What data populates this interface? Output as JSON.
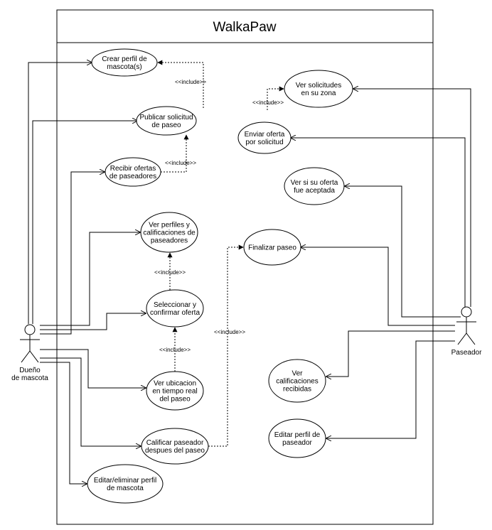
{
  "system": {
    "title": "WalkaPaw"
  },
  "actors": {
    "owner": {
      "label_lines": [
        "Dueño",
        "de mascota"
      ]
    },
    "walker": {
      "label_lines": [
        "Paseador"
      ]
    }
  },
  "use_cases": {
    "crear_perfil": [
      "Crear perfil de",
      "mascota(s)"
    ],
    "publicar_solicitud": [
      "Publicar solicitud",
      "de paseo"
    ],
    "recibir_ofertas": [
      "Recibir ofertas",
      "de paseadores"
    ],
    "ver_perfiles": [
      "Ver perfiles y",
      "calificaciones de",
      "paseadores"
    ],
    "seleccionar": [
      "Seleccionar y",
      "confirmar oferta"
    ],
    "ver_ubicacion": [
      "Ver ubicacion",
      "en tiempo real",
      "del paseo"
    ],
    "calificar": [
      "Calificar paseador",
      "despues del paseo"
    ],
    "editar_mascota": [
      "Editar/eliminar perfil",
      "de mascota"
    ],
    "ver_solicitudes": [
      "Ver solicitudes",
      "en su zona"
    ],
    "enviar_oferta": [
      "Enviar oferta",
      "por solicitud"
    ],
    "ver_aceptada": [
      "Ver si su oferta",
      "fue aceptada"
    ],
    "finalizar": [
      "Finalizar paseo"
    ],
    "ver_calificaciones": [
      "Ver",
      "calificaciones",
      "recibidas"
    ],
    "editar_paseador": [
      "Editar perfil de",
      "paseador"
    ]
  },
  "relationships": {
    "include_label": "<<include>>"
  }
}
